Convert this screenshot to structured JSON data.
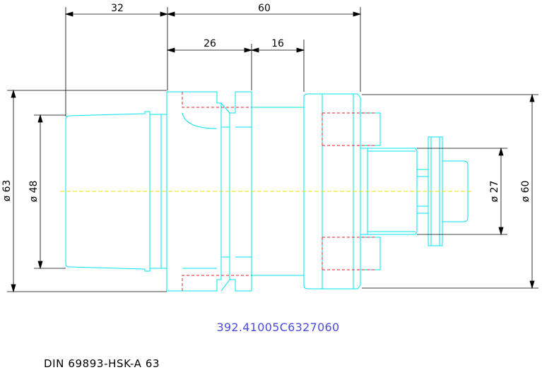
{
  "dimensions": {
    "flange_offset": "32",
    "overall_length": "60",
    "flange_width": "26",
    "neck_length": "16",
    "outer_diameter_taper": "ø 63",
    "taper_diameter": "ø 48",
    "nose_diameter": "ø 27",
    "body_diameter": "ø 60"
  },
  "part_number": "392.41005C6327060",
  "standard": "DIN 69893-HSK-A 63",
  "colors": {
    "outline": "#00e5ee",
    "hidden": "#e02020",
    "centerline": "#e8e000",
    "dimension": "#000000",
    "part_number": "#4a4ae0"
  }
}
